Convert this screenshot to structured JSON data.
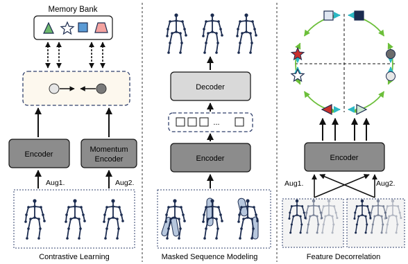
{
  "contrastive": {
    "memory_bank_title": "Memory Bank",
    "encoder_label": "Encoder",
    "momentum_encoder_line1": "Momentum",
    "momentum_encoder_line2": "Encoder",
    "aug1_label": "Aug1.",
    "aug2_label": "Aug2.",
    "caption": "Contrastive Learning"
  },
  "masked": {
    "decoder_label": "Decoder",
    "encoder_label": "Encoder",
    "token_ellipsis": "...",
    "caption": "Masked Sequence Modeling"
  },
  "decorrelation": {
    "encoder_label": "Encoder",
    "aug1_label": "Aug1.",
    "aug2_label": "Aug2.",
    "caption": "Feature Decorrelation"
  },
  "colors": {
    "encoder_fill": "#8c8c8c",
    "decoder_fill": "#d9d9d9",
    "dashed_border": "#2f3f6b",
    "green_arrow": "#6cbf3a",
    "cyan_arrow": "#2bb8c4",
    "skeleton": "#1b2b4f",
    "highlight": "#b7c7dd"
  },
  "icons": [
    "triangle-icon",
    "star-icon",
    "square-icon",
    "trapezoid-icon"
  ]
}
